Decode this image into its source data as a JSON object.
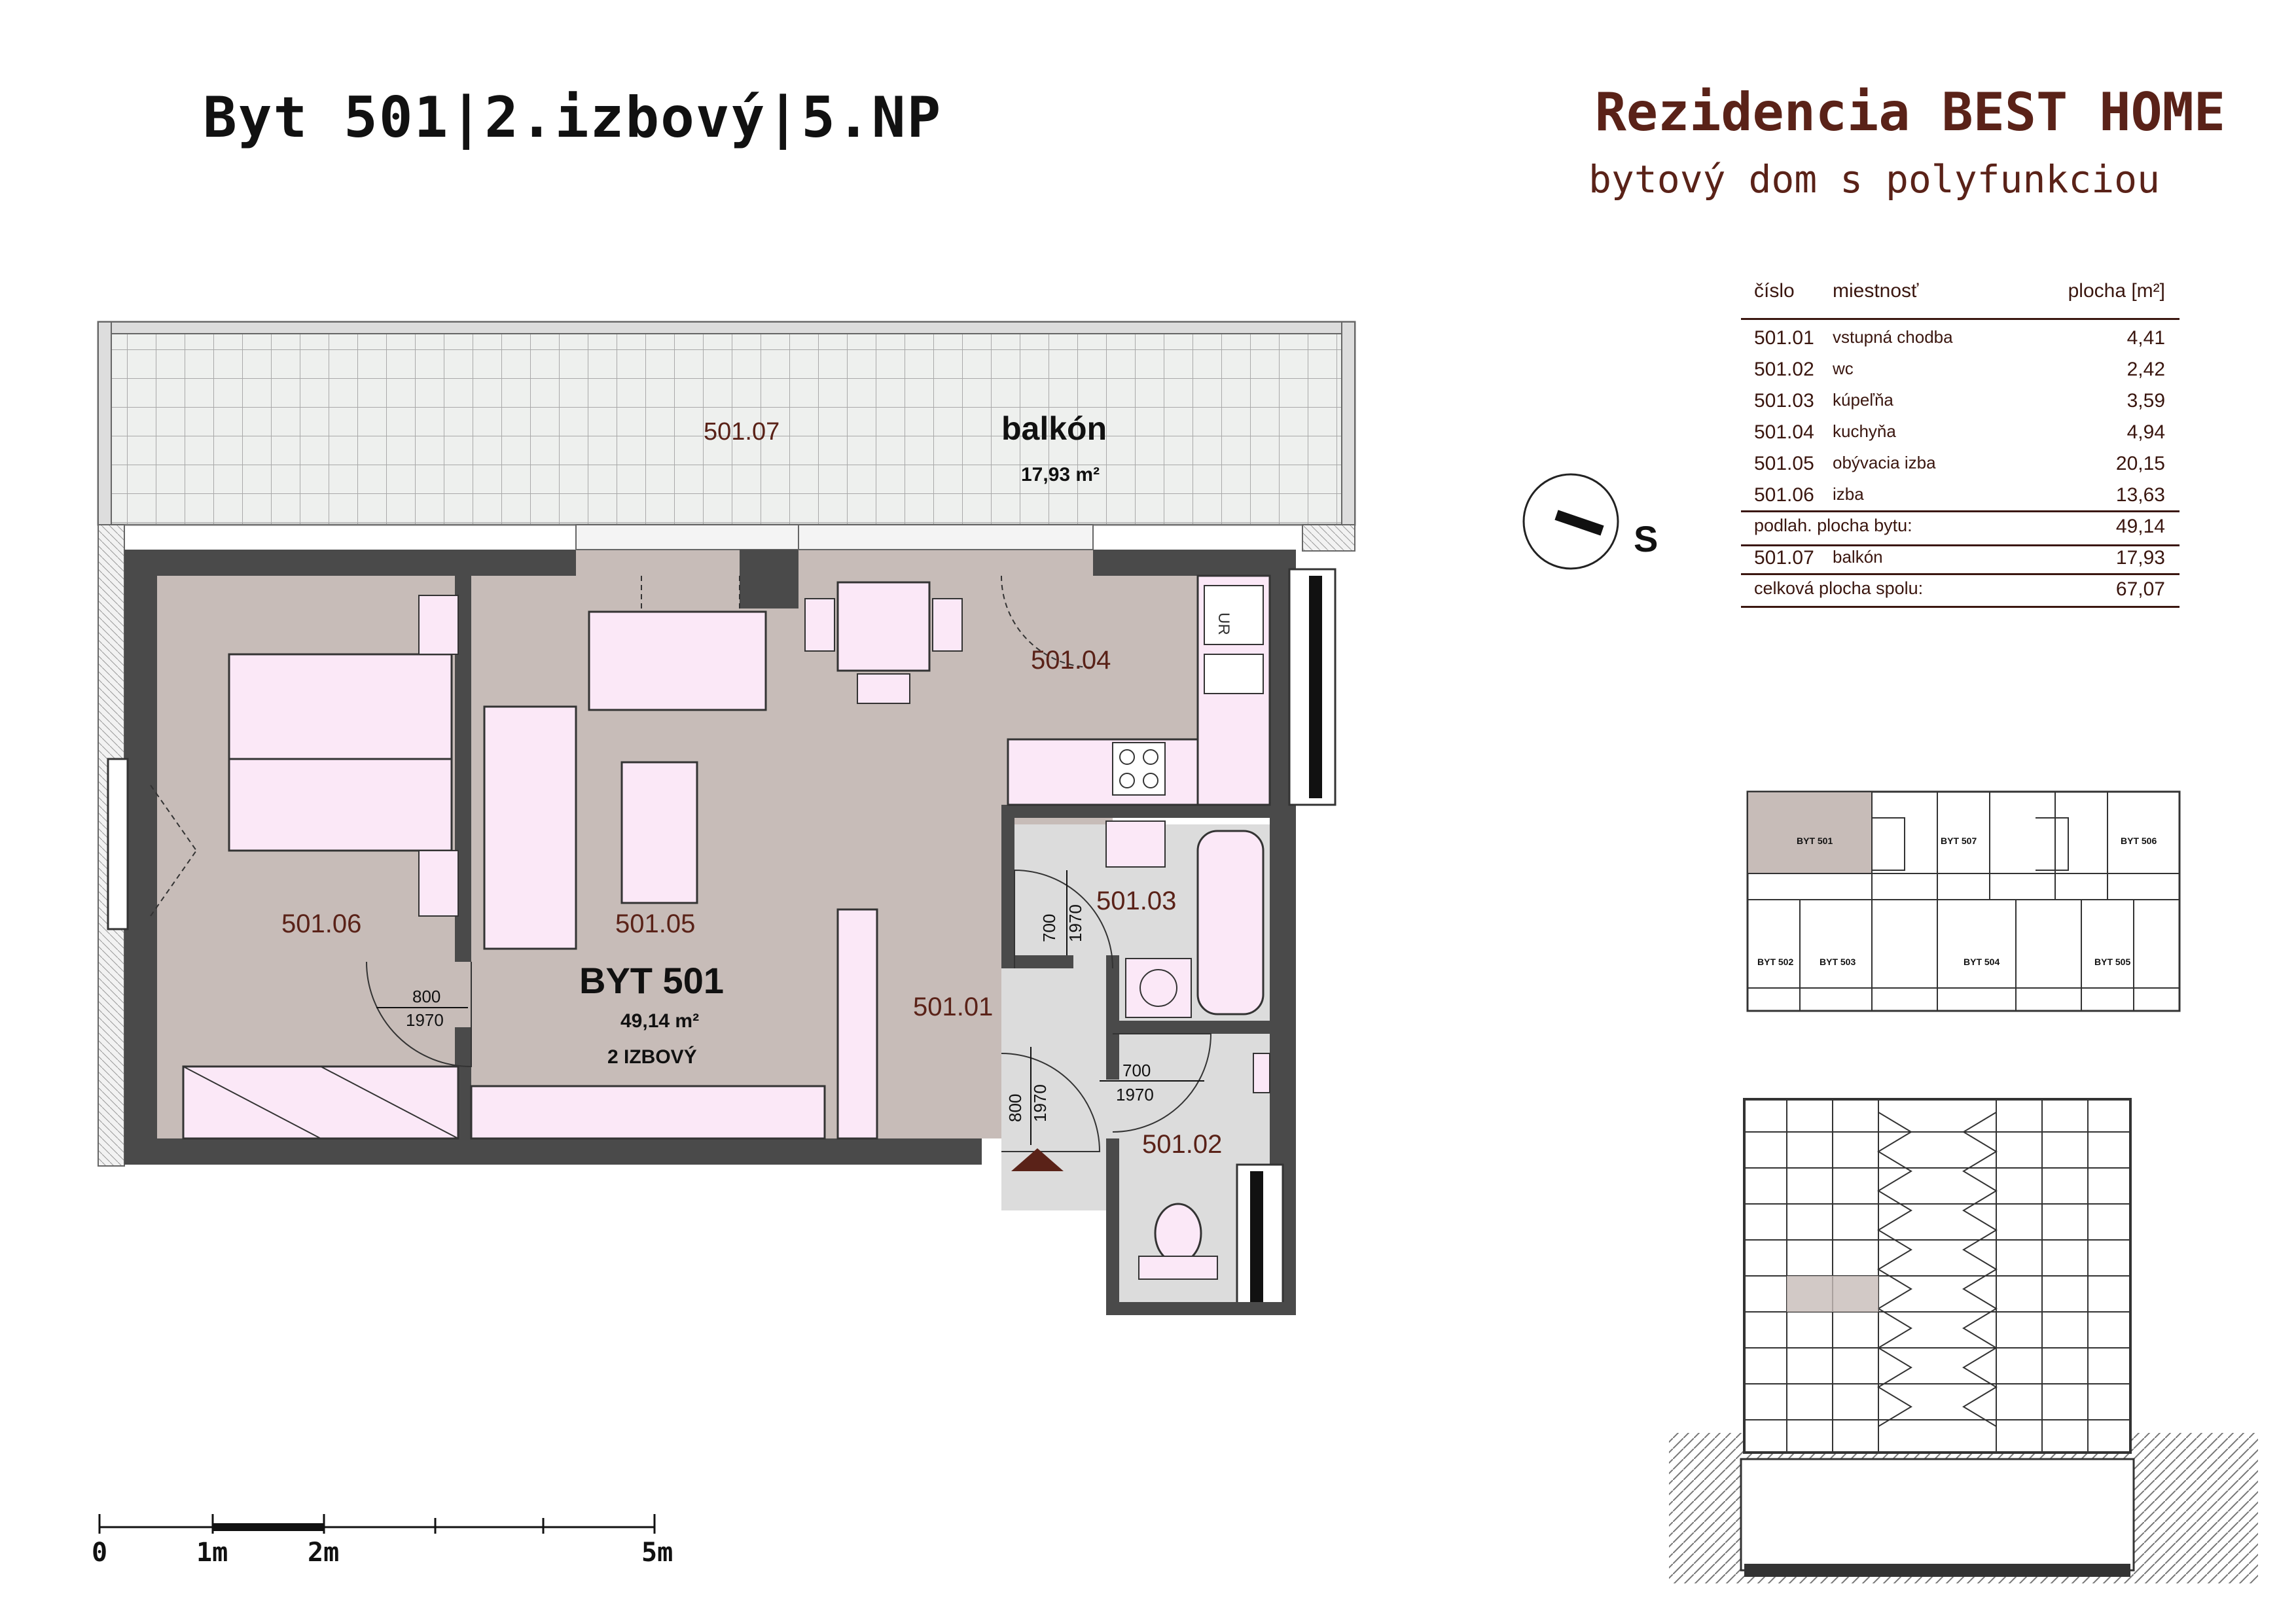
{
  "header": {
    "title": "Byt 501|2.izbový|5.NP",
    "brand_name": "Rezidencia BEST HOME",
    "brand_subtitle": "bytový dom s polyfunkciou"
  },
  "area_table": {
    "col_number": "číslo",
    "col_room": "miestnosť",
    "col_area": "plocha [m²]",
    "rows": [
      {
        "number": "501.01",
        "room": "vstupná chodba",
        "area": "4,41"
      },
      {
        "number": "501.02",
        "room": "wc",
        "area": "2,42"
      },
      {
        "number": "501.03",
        "room": "kúpeľňa",
        "area": "3,59"
      },
      {
        "number": "501.04",
        "room": "kuchyňa",
        "area": "4,94"
      },
      {
        "number": "501.05",
        "room": "obývacia izba",
        "area": "20,15"
      },
      {
        "number": "501.06",
        "room": "izba",
        "area": "13,63"
      }
    ],
    "floor_area_label": "podlah. plocha bytu:",
    "floor_area_value": "49,14",
    "balcony_row": {
      "number": "501.07",
      "room": "balkón",
      "area": "17,93"
    },
    "total_label": "celková plocha spolu:",
    "total_value": "67,07"
  },
  "compass": {
    "label": "S"
  },
  "floorplan": {
    "balcony_number": "501.07",
    "balcony_name": "balkón",
    "balcony_area": "17,93 m²",
    "room_501_01": "501.01",
    "room_501_02": "501.02",
    "room_501_03": "501.03",
    "room_501_04": "501.04",
    "room_501_05": "501.05",
    "room_501_06": "501.06",
    "unit_name": "BYT 501",
    "unit_area": "49,14 m²",
    "unit_type": "2 IZBOVÝ",
    "door_w800": "800",
    "door_h1970": "1970",
    "door_w700": "700",
    "wc_fixture": "UR"
  },
  "keyplan": {
    "labels": [
      "BYT 501",
      "BYT 507",
      "BYT 506",
      "BYT 502",
      "BYT 503",
      "BYT 504",
      "BYT 505"
    ]
  },
  "scale_bar": {
    "labels": [
      "0",
      "1m",
      "2m",
      "5m"
    ]
  },
  "colors": {
    "brand": "#5a2218",
    "living_floor": "#c7bcb8",
    "furniture": "#fbe8f7",
    "wall": "#4a4a4a",
    "balcony": "#eef0ee"
  }
}
